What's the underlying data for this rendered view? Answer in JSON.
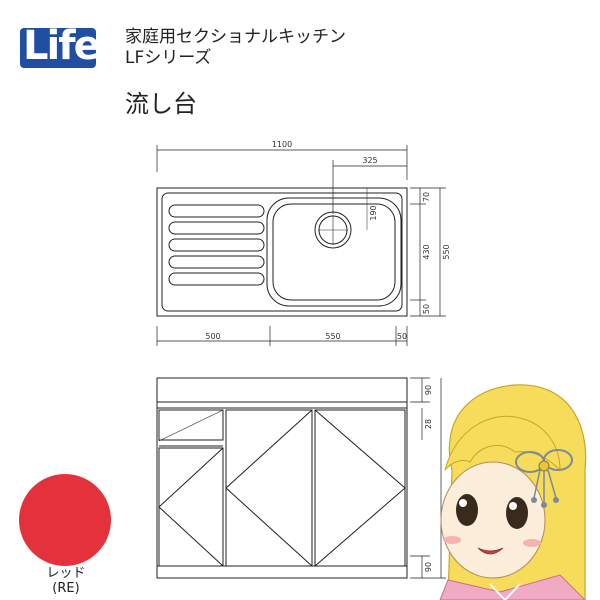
{
  "brand": {
    "logo_text": "Life",
    "logo_color": "#1f4ea3"
  },
  "header": {
    "line1": "家庭用セクショナルキッチン",
    "line2": "LFシリーズ",
    "product": "流し台"
  },
  "dimensions": {
    "top_total": "1100",
    "top_offset": "325",
    "bowl_offset": "190",
    "right_top": "70",
    "right_mid": "430",
    "right_total": "550",
    "right_bottom": "50",
    "bottom_left": "500",
    "bottom_mid": "550",
    "bottom_right": "50",
    "front_top": "90",
    "front_second": "28",
    "front_bottom": "90"
  },
  "color_option": {
    "name": "レッド",
    "code": "(RE)",
    "swatch": "#e3323b"
  }
}
